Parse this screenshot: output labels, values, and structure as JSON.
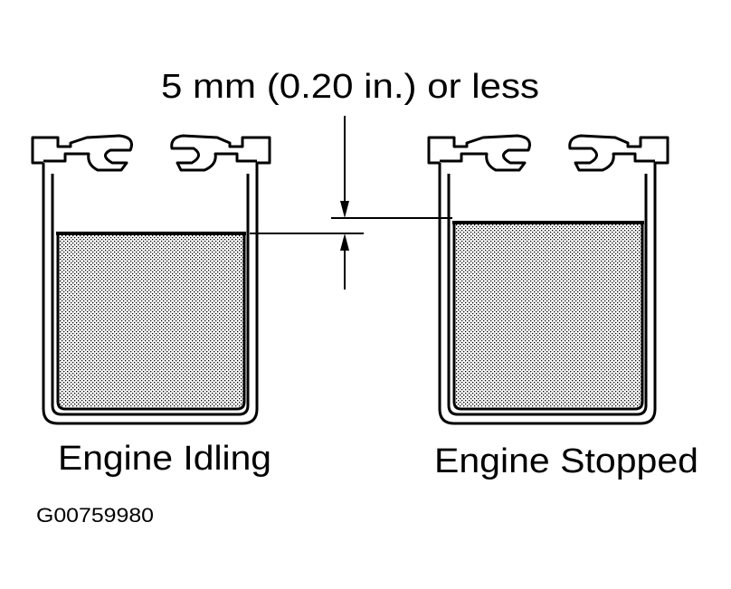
{
  "diagram": {
    "dimension_label": "5 mm (0.20 in.) or less",
    "left_caption": "Engine Idling",
    "right_caption": "Engine Stopped",
    "figure_code": "G00759980"
  },
  "colors": {
    "ink": "#000000",
    "background": "#ffffff"
  }
}
